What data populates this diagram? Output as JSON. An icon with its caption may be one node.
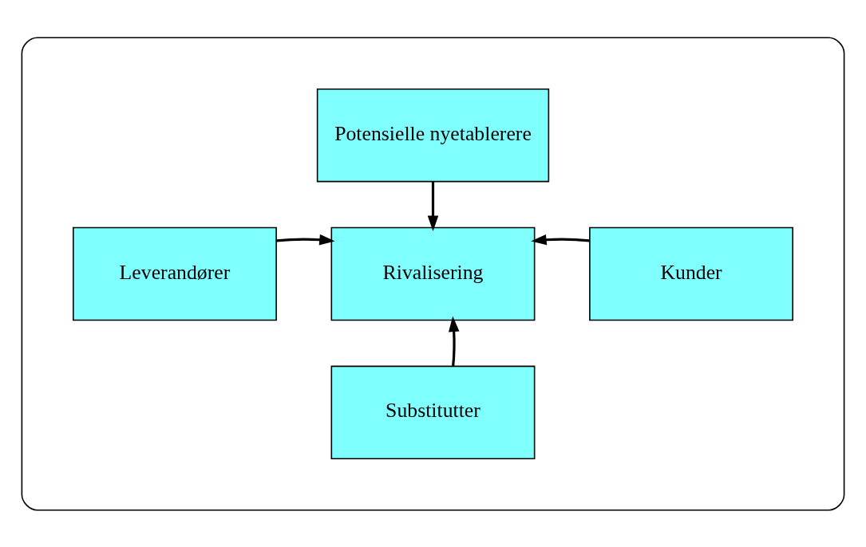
{
  "diagram": {
    "nodes": [
      {
        "text": [],
        "shape": "ellipse"
      },
      {
        "text": [
          "Potensielle nyetablerere"
        ],
        "in": 0
      },
      {
        "text": [
          "Leverandører"
        ],
        "in": 0
      },
      {
        "text": [
          "Rivalisering"
        ],
        "in": 0
      },
      {
        "text": [
          "Kunder"
        ],
        "in": 0
      },
      {
        "text": [
          "Substitutter"
        ],
        "in": 0
      }
    ],
    "edges": [
      {
        "from": 1,
        "to": 3,
        "arrow": "to"
      },
      {
        "from": 2,
        "to": 3,
        "arrow": "to"
      },
      {
        "from": 4,
        "to": 3,
        "arrow": "to"
      },
      {
        "from": 5,
        "to": 3,
        "arrow": "to"
      }
    ]
  }
}
